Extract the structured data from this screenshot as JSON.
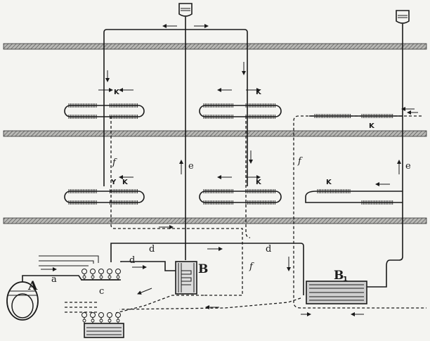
{
  "labels": {
    "K": "K",
    "f": "f",
    "e": "e",
    "Y": "Y",
    "B": "B",
    "B1": "B",
    "B1_sub": "1",
    "A": "A",
    "a": "a",
    "c": "c",
    "d": "d"
  },
  "colors": {
    "ink": "#1a1a1a",
    "paper": "#f4f4f1",
    "floor": "#8a8a8a"
  }
}
